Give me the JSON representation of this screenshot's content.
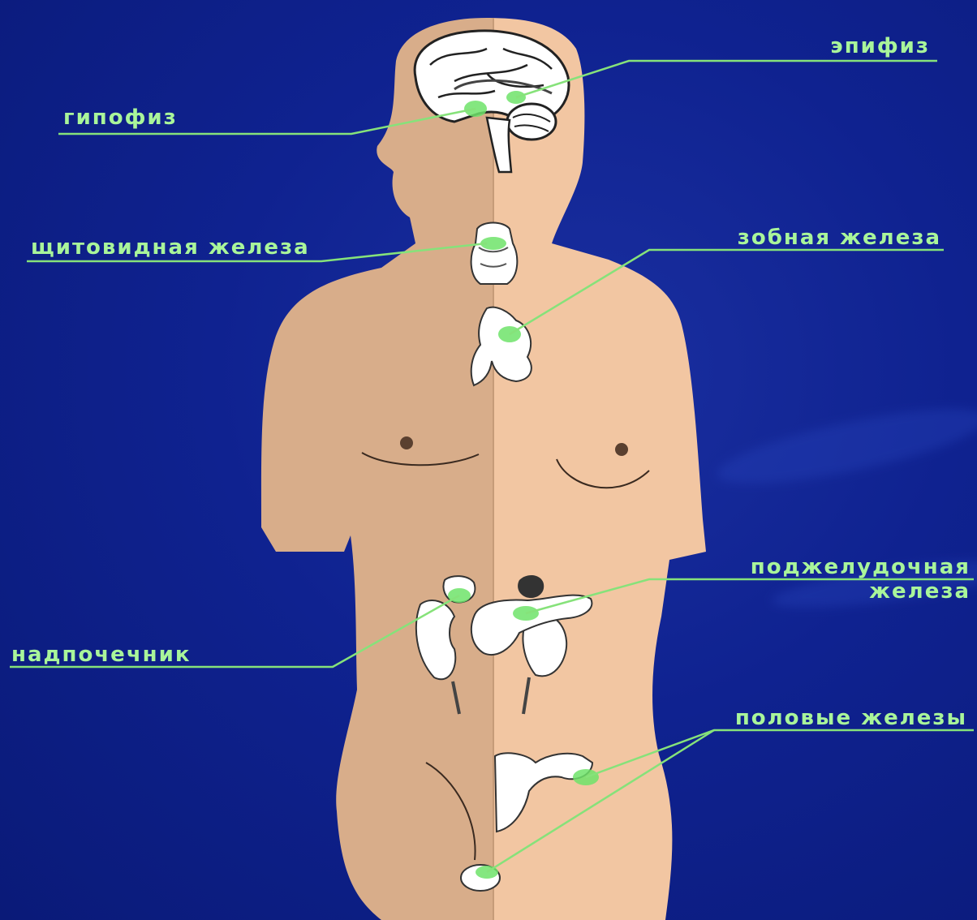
{
  "labels": {
    "epiphysis": "эпифиз",
    "pituitary": "гипофиз",
    "thyroid": "щитовидная железа",
    "thymus": "зобная железа",
    "pancreas_line1": "поджелудочная",
    "pancreas_line2": "железа",
    "adrenal": "надпочечник",
    "gonads": "половые железы"
  },
  "colors": {
    "background": "#0f2290",
    "body_left": "#d8ad8a",
    "body_right": "#f2c6a2",
    "label_text": "#a9f59a",
    "leader_line": "#86e27a",
    "gland_highlight": "#6fe36a"
  }
}
